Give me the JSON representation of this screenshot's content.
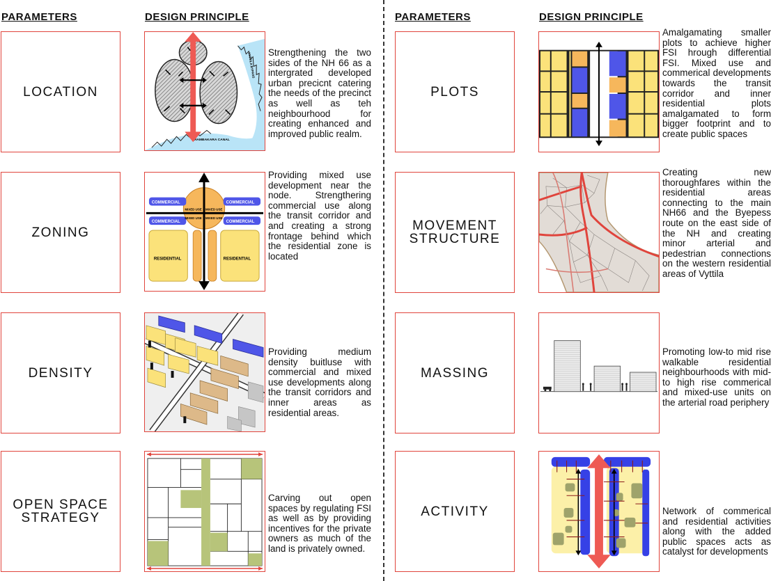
{
  "headers": {
    "left_parameters": "PARAMETERS",
    "left_design": "DESIGN PRINCIPLE",
    "right_parameters": "PARAMETERS",
    "right_design": "DESIGN PRINCIPLE"
  },
  "left_rows": [
    {
      "parameter": "LOCATION",
      "description": "Strengthening the two sides of the NH 66 as a intergrated developed urban precicnt catering the needs of the precinct as well as teh neighbourhood for creating enhanced and improved public realm.",
      "diagram": {
        "canal_label": "CHAMBAKARA CANAL",
        "side_label": "VYTTILA BYPASS"
      }
    },
    {
      "parameter": "ZONING",
      "description": "Providing mixed use development near the node. Strengthering commercial use along the transit corridor and and creating a strong frontage behind which the residential zone is located",
      "diagram": {
        "commercial": "COMMERCIAL",
        "mixed_use": "MIXED USE",
        "residential": "RESIDENTIAL"
      }
    },
    {
      "parameter": "DENSITY",
      "description": "Providing medium density buitluse with commercial and mixed use developments along the transit corridors and inner areas as residential areas."
    },
    {
      "parameter_line1": "OPEN SPACE",
      "parameter_line2": "STRATEGY",
      "description": "Carving out open spaces by regulating FSI as well as by providing incentives for the private owners as much of the land is privately owned."
    }
  ],
  "right_rows": [
    {
      "parameter": "PLOTS",
      "description": "Amalgamating smaller plots to achieve higher FSI hrough differential FSI. Mixed use and commerical developments towards the transit corridor and inner residential plots amalgamated to form bigger footprint and to create public spaces"
    },
    {
      "parameter_line1": "MOVEMENT",
      "parameter_line2": "STRUCTURE",
      "description": "Creating new thoroughfares within the residential areas connecting to the main NH66 and the Byepess route on the east side of the NH and creating minor arterial and pedestrian connections on the western residential areas of Vyttila"
    },
    {
      "parameter": "MASSING",
      "description": "Promoting low-to mid rise walkable residential neighbourhoods with mid-to high rise commerical and mixed-use units on the arterial road periphery"
    },
    {
      "parameter": "ACTIVITY",
      "description": "Network of commerical and residential activities along with the added public spaces acts as catalyst for developments"
    }
  ],
  "colors": {
    "accent_red": "#e0443c",
    "residential_yellow": "#fbe27a",
    "commercial_blue": "#4f56e8",
    "mixed_orange": "#f6b75c",
    "open_space_green": "#b7c47a",
    "canal_blue": "#b9e4f7"
  }
}
